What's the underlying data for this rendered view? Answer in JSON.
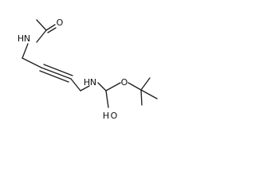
{
  "molecule": {
    "atom_labels": {
      "n_top": "N",
      "h_top": "H",
      "o_top": "O",
      "n_mid": "N",
      "h_mid": "H",
      "o_ester": "O",
      "o_carbonyl": "O",
      "h_carbonyl_side": "H"
    },
    "colors": {
      "bond": "#1f1f1f",
      "text": "#111111",
      "background": "#ffffff"
    }
  }
}
